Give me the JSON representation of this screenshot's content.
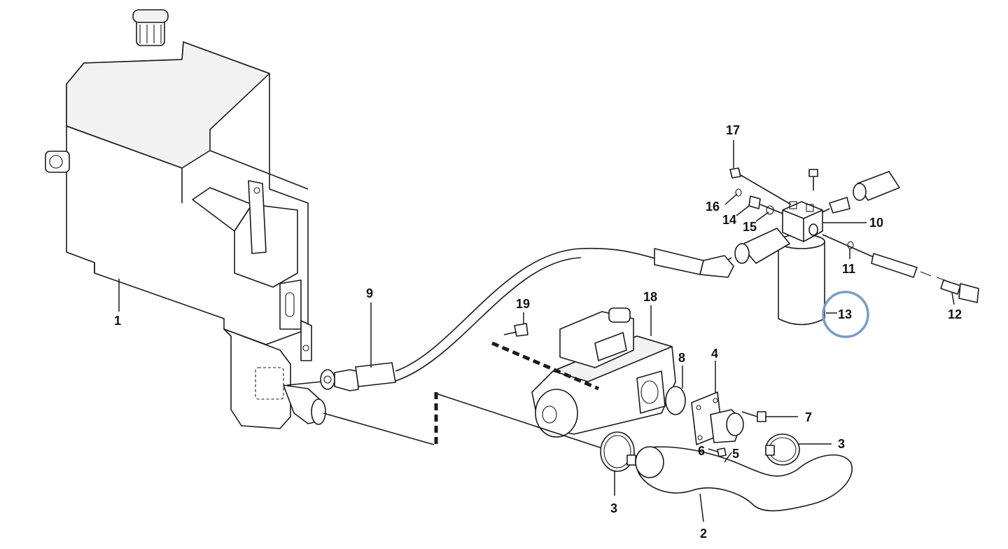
{
  "diagram": {
    "type": "exploded-parts-diagram",
    "highlight_color": "#7a9cc6",
    "line_color": "#1a1a1a",
    "callouts": [
      {
        "id": "c1",
        "label": "1"
      },
      {
        "id": "c2",
        "label": "2"
      },
      {
        "id": "c3a",
        "label": "3"
      },
      {
        "id": "c3b",
        "label": "3"
      },
      {
        "id": "c4",
        "label": "4"
      },
      {
        "id": "c5",
        "label": "5"
      },
      {
        "id": "c6",
        "label": "6"
      },
      {
        "id": "c7",
        "label": "7"
      },
      {
        "id": "c8",
        "label": "8"
      },
      {
        "id": "c9",
        "label": "9"
      },
      {
        "id": "c10",
        "label": "10"
      },
      {
        "id": "c11",
        "label": "11"
      },
      {
        "id": "c12",
        "label": "12"
      },
      {
        "id": "c13",
        "label": "13",
        "highlighted": true
      },
      {
        "id": "c14",
        "label": "14"
      },
      {
        "id": "c15",
        "label": "15"
      },
      {
        "id": "c16",
        "label": "16"
      },
      {
        "id": "c17",
        "label": "17"
      },
      {
        "id": "c18",
        "label": "18"
      },
      {
        "id": "c19",
        "label": "19"
      }
    ]
  }
}
